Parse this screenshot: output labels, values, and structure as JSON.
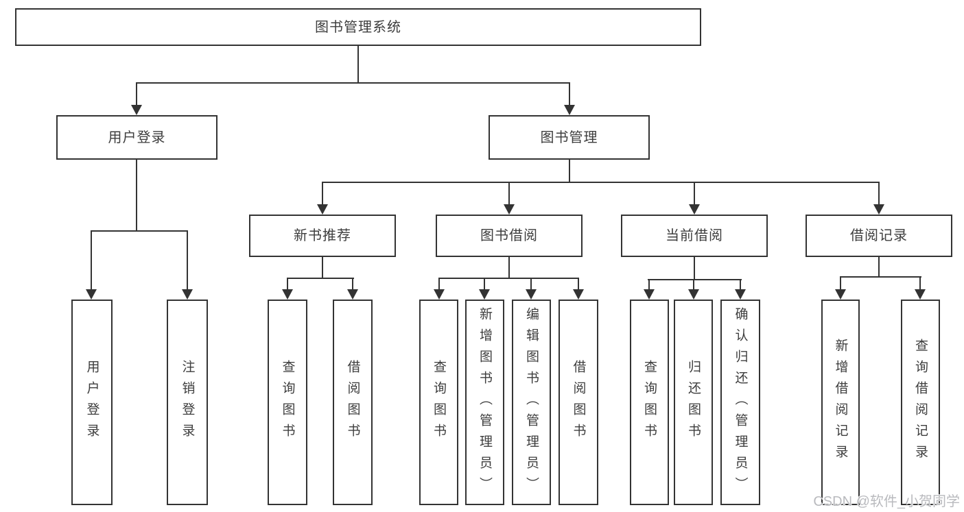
{
  "title": "图书管理系统",
  "level2": {
    "user_login": "用户登录",
    "book_mgmt": "图书管理"
  },
  "level3": {
    "new_books": "新书推荐",
    "book_borrow": "图书借阅",
    "current_borrow": "当前借阅",
    "borrow_records": "借阅记录"
  },
  "leaves": {
    "user_login": "用户登录",
    "logout": "注销登录",
    "nb_query": "查询图书",
    "nb_borrow": "借阅图书",
    "bb_query": "查询图书",
    "bb_add": "新增图书（管理员）",
    "bb_edit": "编辑图书（管理员）",
    "bb_borrow": "借阅图书",
    "cb_query": "查询图书",
    "cb_return": "归还图书",
    "cb_confirm": "确认归还（管理员）",
    "br_add": "新增借阅记录",
    "br_query": "查询借阅记录"
  },
  "watermark": "CSDN @软件_小贺同学",
  "colors": {
    "line": "#333333",
    "text": "#3d3d3d",
    "watermark": "#b9babe",
    "background": "#ffffff"
  }
}
